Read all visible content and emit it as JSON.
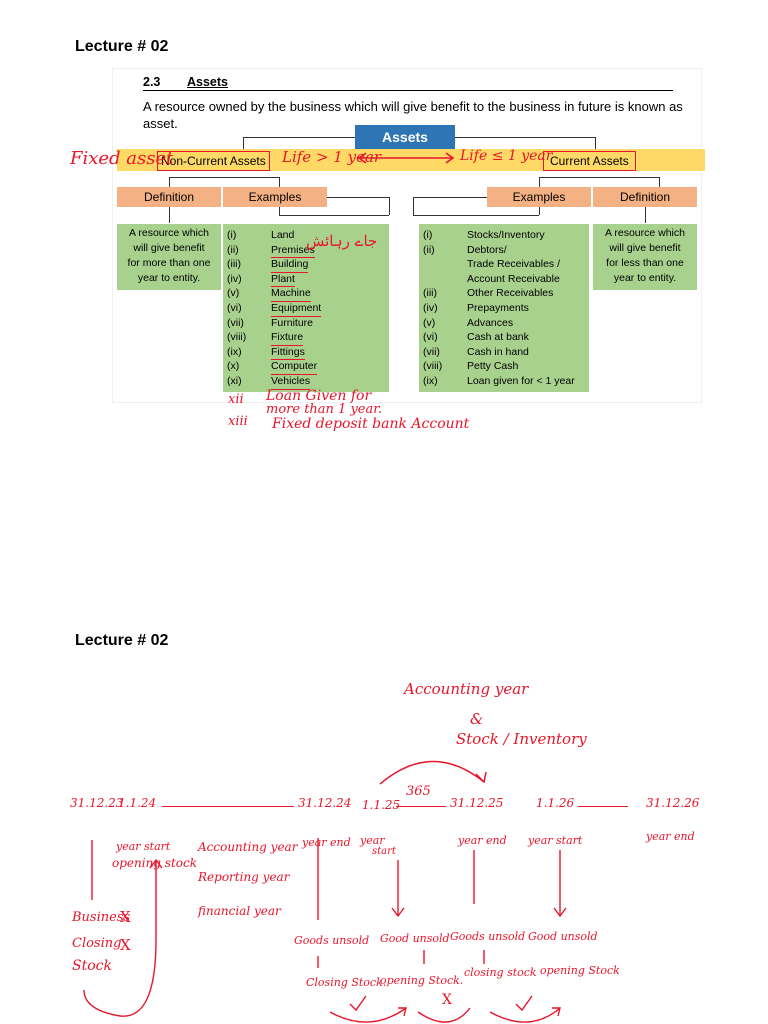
{
  "page1": {
    "lecture_title": "Lecture # 02",
    "section_number": "2.3",
    "section_title": "Assets",
    "description": "A resource owned by the business which will give benefit to the business in future is known as asset.",
    "assets_label": "Assets",
    "non_current_label": "Non-Current Assets",
    "current_label": "Current Assets",
    "definition_label": "Definition",
    "examples_label": "Examples",
    "non_current_definition": [
      "A resource which",
      "will give benefit",
      "for more than one",
      "year to entity."
    ],
    "current_definition": [
      "A resource which",
      "will give benefit",
      "for less than one",
      "year to entity."
    ],
    "non_current_examples": [
      {
        "num": "(i)",
        "text": "Land"
      },
      {
        "num": "(ii)",
        "text": "Premises"
      },
      {
        "num": "(iii)",
        "text": "Building"
      },
      {
        "num": "(iv)",
        "text": "Plant"
      },
      {
        "num": "(v)",
        "text": "Machine"
      },
      {
        "num": "(vi)",
        "text": "Equipment"
      },
      {
        "num": "(vii)",
        "text": "Furniture"
      },
      {
        "num": "(viii)",
        "text": "Fixture"
      },
      {
        "num": "(ix)",
        "text": "Fittings"
      },
      {
        "num": "(x)",
        "text": "Computer"
      },
      {
        "num": "(xi)",
        "text": "Vehicles"
      }
    ],
    "current_examples": [
      {
        "num": "(i)",
        "text": "Stocks/Inventory"
      },
      {
        "num": "(ii)",
        "text": "Debtors/"
      },
      {
        "num": "",
        "text": "Trade Receivables /"
      },
      {
        "num": "",
        "text": "Account Receivable"
      },
      {
        "num": "(iii)",
        "text": "Other Receivables"
      },
      {
        "num": "(iv)",
        "text": "Prepayments"
      },
      {
        "num": "(v)",
        "text": "Advances"
      },
      {
        "num": "(vi)",
        "text": "Cash at bank"
      },
      {
        "num": "(vii)",
        "text": "Cash in hand"
      },
      {
        "num": "(viii)",
        "text": "Petty Cash"
      },
      {
        "num": "(ix)",
        "text": "Loan given for < 1 year"
      }
    ],
    "handwritten": {
      "fixed_asset": "Fixed asset",
      "life_gt": "Life > 1 year",
      "life_le": "Life ≤ 1 year",
      "urdu": "جاے رہائش",
      "xii_num": "xii",
      "xii_text_1": "Loan Given for",
      "xii_text_2": "more than 1 year.",
      "xiii_num": "xiii",
      "xiii_text": "Fixed deposit bank Account"
    }
  },
  "page2": {
    "lecture_title": "Lecture # 02",
    "hand": {
      "accounting_year": "Accounting year",
      "amp": "&",
      "stock_inventory": "Stock / Inventory",
      "days": "365",
      "date_1": "31.12.23",
      "date_2": "1.1.24",
      "date_3": "31.12.24",
      "date_4": "1.1.25",
      "date_5": "31.12.25",
      "date_6": "1.1.26",
      "date_7": "31.12.26",
      "year_start_1": "year start",
      "opening_stock_1": "opening stock",
      "acc_year": "Accounting year",
      "rep_year": "Reporting year",
      "fin_year": "financial year",
      "year_end_1": "year end",
      "year_start_2": "year",
      "year_start_2b": "start",
      "year_end_2": "year end",
      "year_start_3": "year start",
      "year_end_3": "year end",
      "business": "Business",
      "closing": "Closing",
      "stock": "Stock",
      "x_mark": "X",
      "goods_unsold_1": "Goods unsold",
      "goods_unsold_2": "Good unsold",
      "goods_unsold_3": "Goods unsold",
      "goods_unsold_4": "Good unsold",
      "closing_stock_1": "Closing Stock.",
      "opening_stock_2": "opening Stock.",
      "closing_stock_2": "closing stock",
      "opening_stock_3": "opening Stock"
    }
  }
}
